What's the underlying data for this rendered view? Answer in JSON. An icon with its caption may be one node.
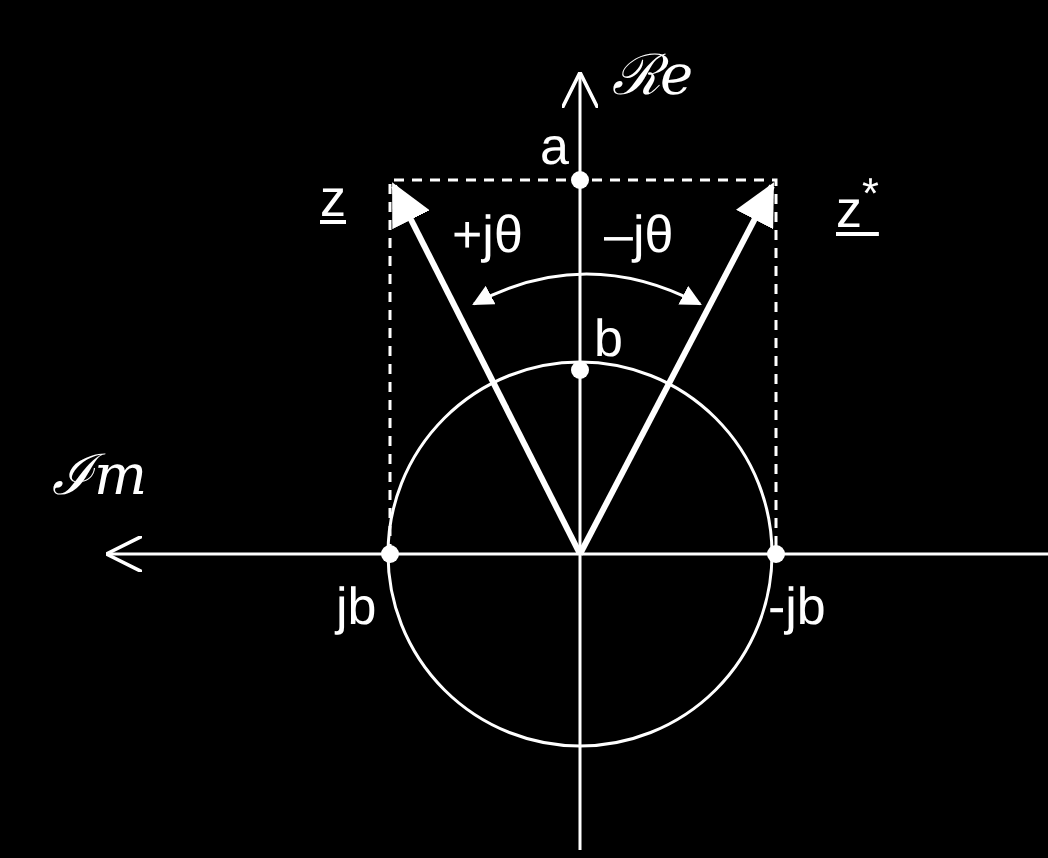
{
  "diagram": {
    "labels": [
      "ℛe",
      "z",
      "a",
      "z$^{*}$",
      "+jθ",
      "–jθ",
      "b",
      "ℐm",
      "jb",
      "-jb"
    ]
  }
}
